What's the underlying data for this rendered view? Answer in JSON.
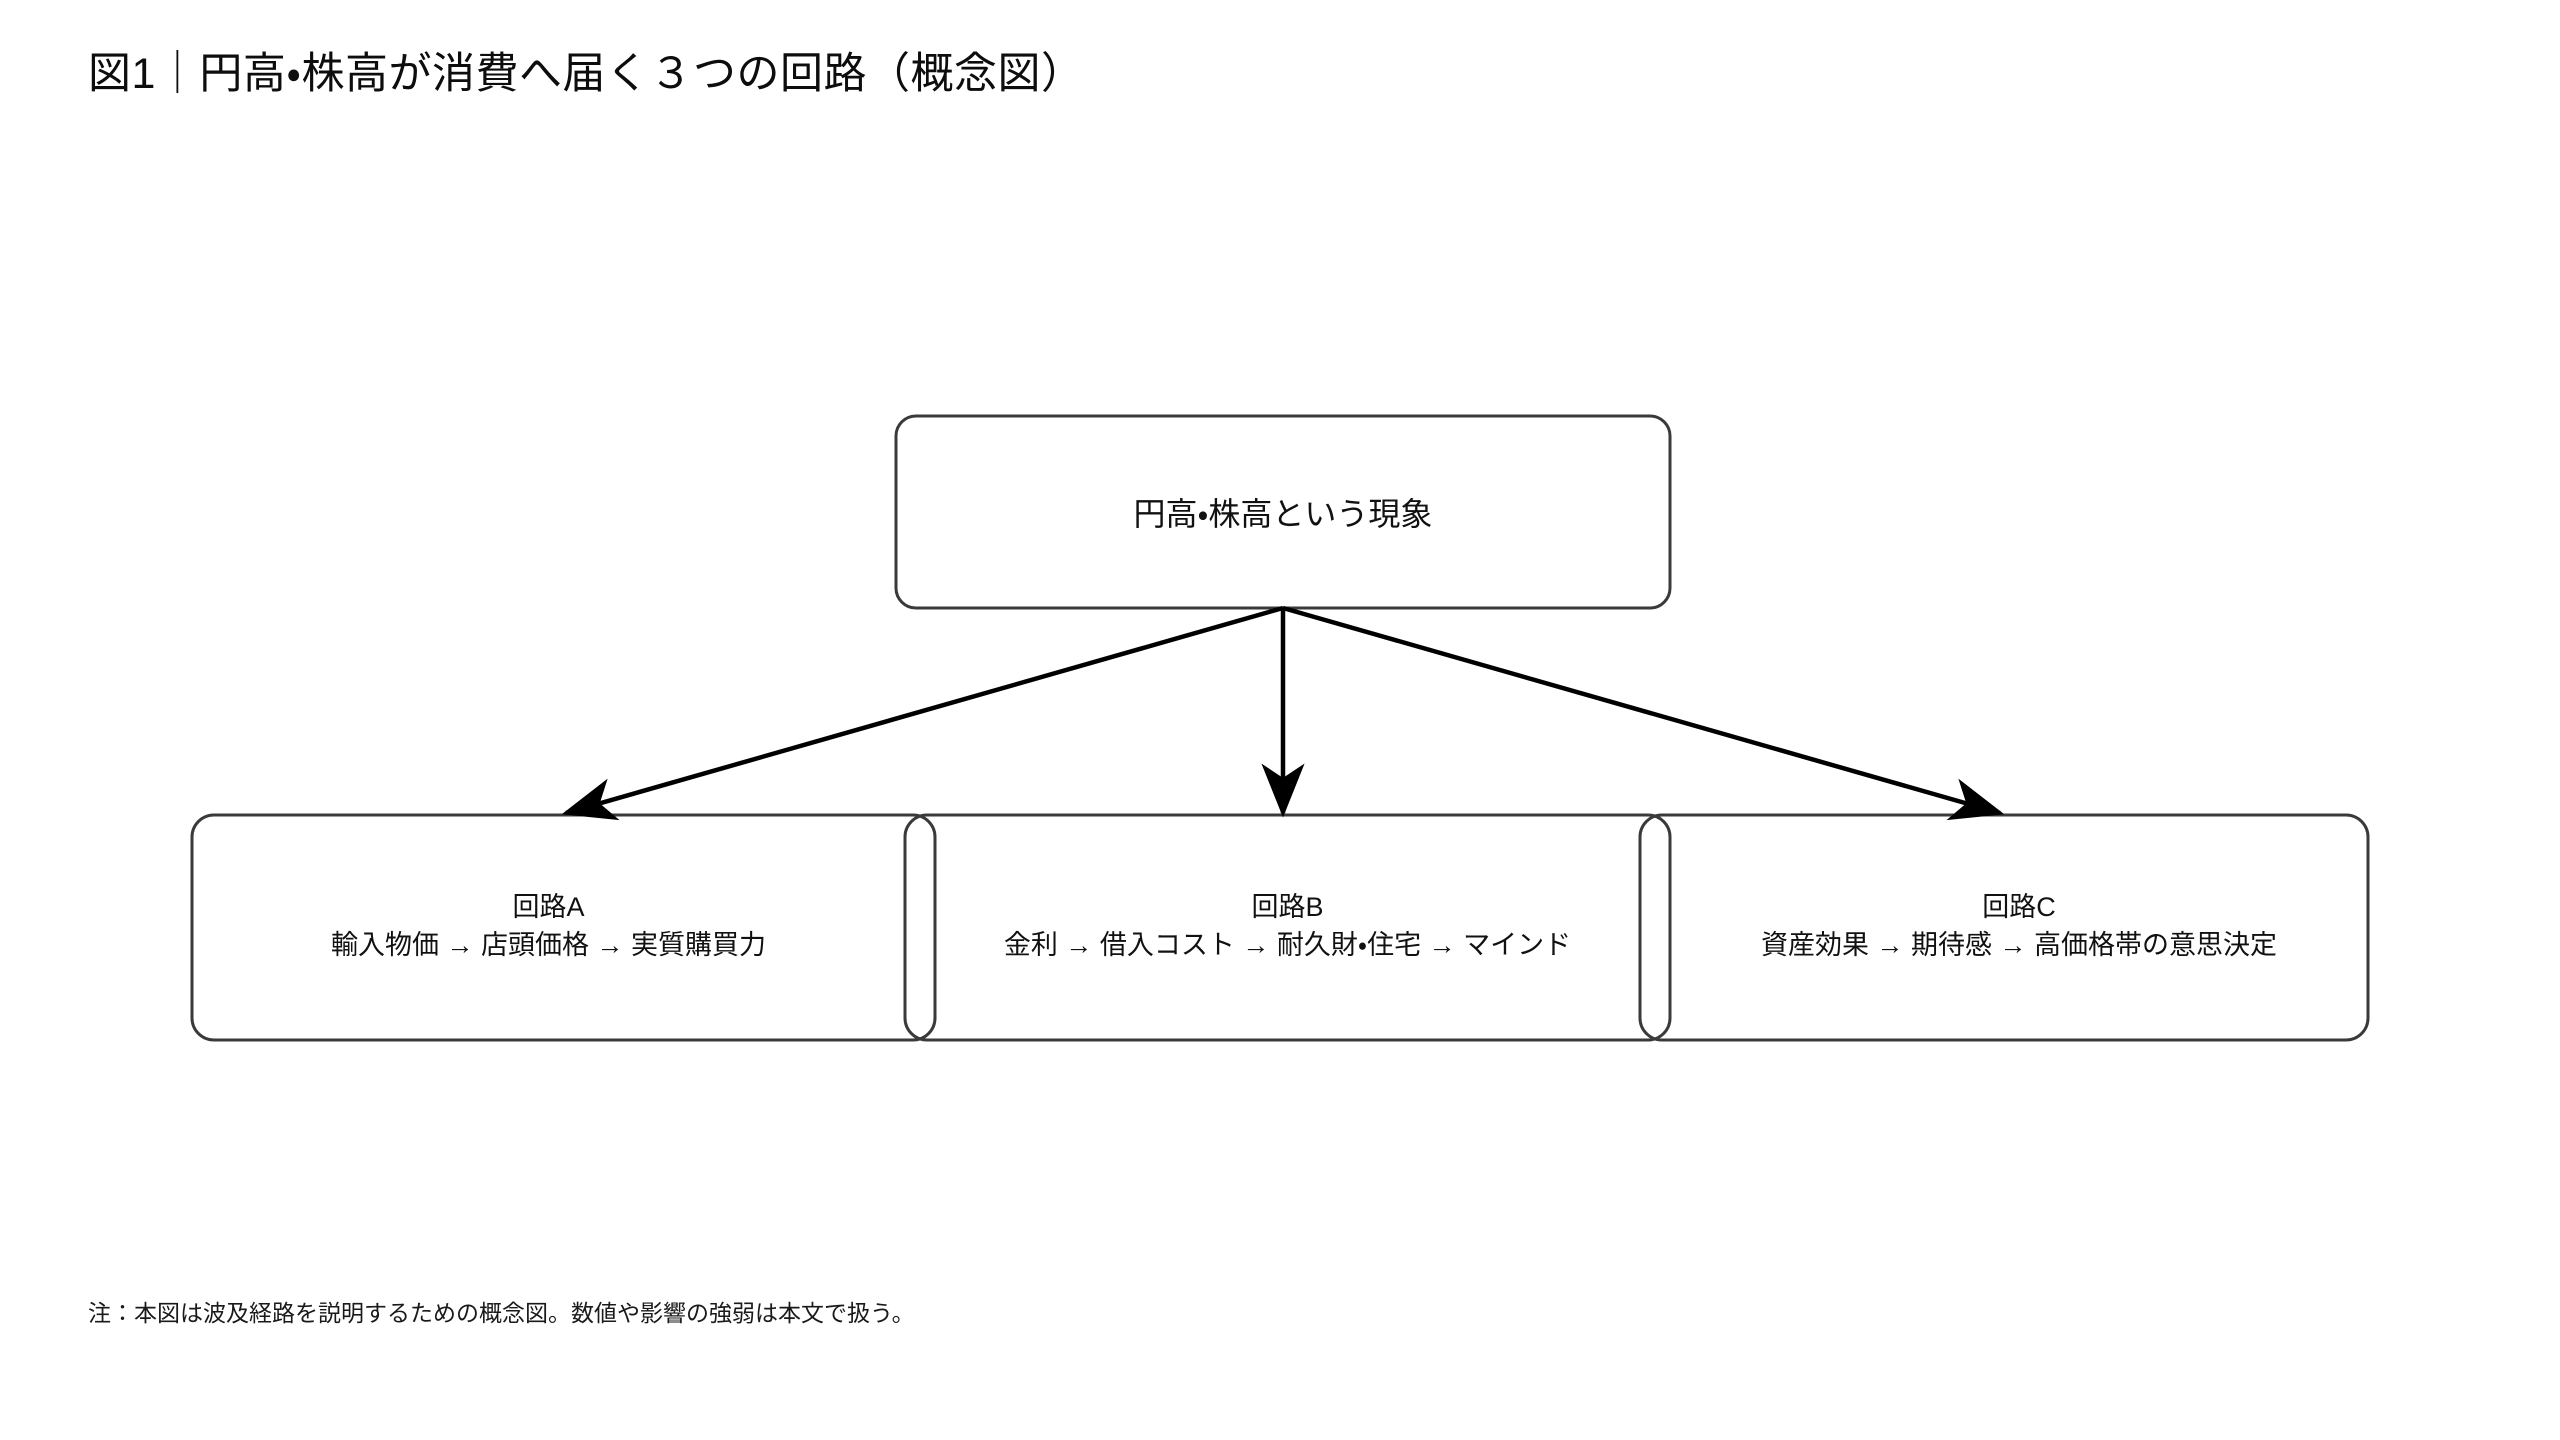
{
  "figure": {
    "title": "図1｜円高・株高が消費へ届く３つの回路（概念図）",
    "note": "注：本図は波及経路を説明するための概念図。数値や影響の強弱は本文で扱う。"
  },
  "source_node": {
    "label": "円高・株高という現象"
  },
  "channels": [
    {
      "id": "a",
      "name": "回路A",
      "path": "輸入物価 → 店頭価格 → 実質購買力"
    },
    {
      "id": "b",
      "name": "回路B",
      "path": "金利 → 借入コスト → 耐久財・住宅 → マインド"
    },
    {
      "id": "c",
      "name": "回路C",
      "path": "資産効果 → 期待感 → 高価格帯の意思決定"
    }
  ],
  "connectors": [
    {
      "id": "arrow-to-channel-a",
      "from": "source_node",
      "to": "channel_a"
    },
    {
      "id": "arrow-to-channel-b",
      "from": "source_node",
      "to": "channel_b"
    },
    {
      "id": "arrow-to-channel-c",
      "from": "source_node",
      "to": "channel_c"
    }
  ],
  "style": {
    "background": "#ffffff",
    "stroke": "#3a3a3a",
    "arrow_color": "#000000",
    "text_color": "#111111"
  }
}
